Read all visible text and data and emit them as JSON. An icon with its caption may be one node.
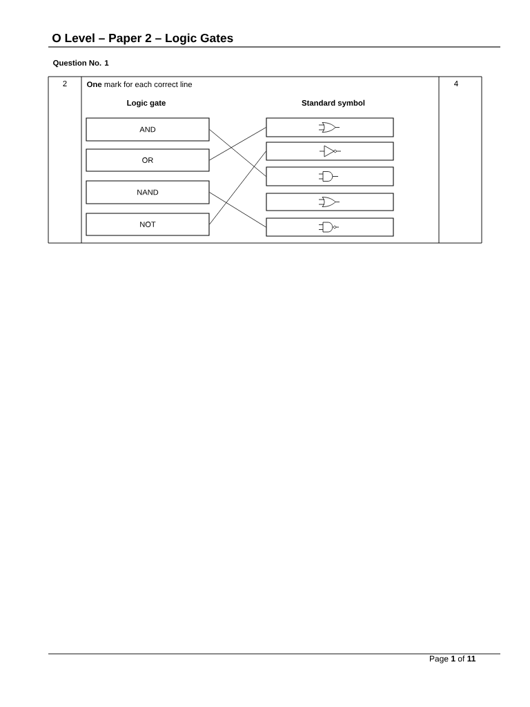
{
  "diagram": {
    "title": "O Level – Paper 2 – Logic Gates",
    "nodes": [
      {
        "text": [
          "AND"
        ]
      },
      {
        "text": [
          "OR"
        ]
      },
      {
        "text": [
          "NAND"
        ]
      },
      {
        "text": [
          "NOT"
        ]
      },
      {
        "text": [],
        "shape": "box"
      },
      {
        "text": [],
        "shape": "box"
      },
      {
        "text": [],
        "shape": "box"
      },
      {
        "text": [],
        "shape": "box"
      },
      {
        "text": [],
        "shape": "box"
      }
    ],
    "edges": [
      {
        "from": 0,
        "to": 6,
        "arrow": "none"
      },
      {
        "from": 1,
        "to": 4,
        "arrow": "none"
      },
      {
        "from": 2,
        "to": 8,
        "arrow": "none"
      },
      {
        "from": 3,
        "to": 5,
        "arrow": "none"
      }
    ],
    "labels": [
      "Question No. 1",
      "2",
      "**One** mark for each correct line",
      "4",
      "Logic gate",
      "Standard symbol",
      "Page **1** of **11**"
    ]
  }
}
